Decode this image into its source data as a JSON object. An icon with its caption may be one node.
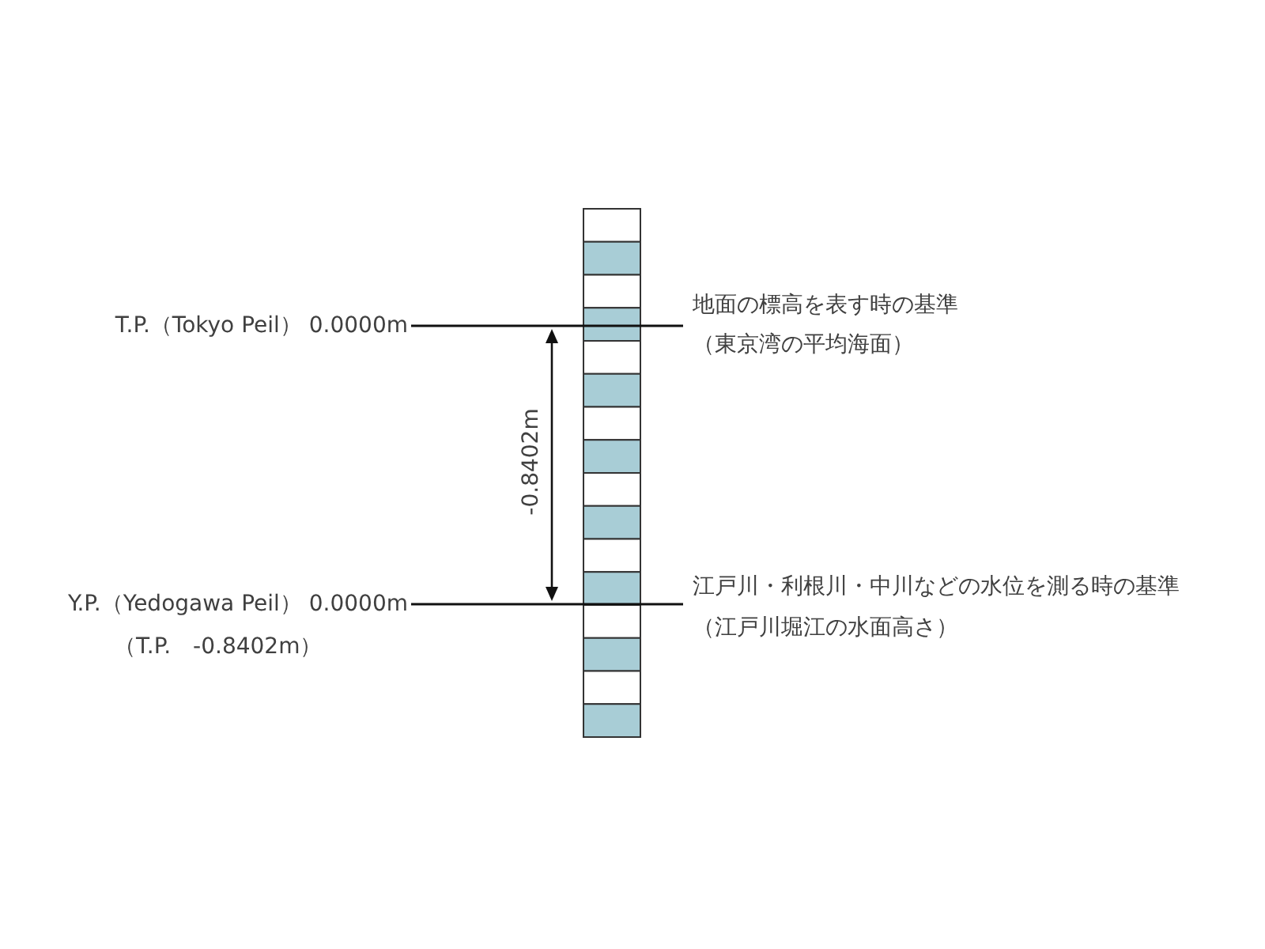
{
  "diagram": {
    "nodes": [
      {
        "text": [
          "T.P.（Tokyo Peil） 0.0000m"
        ]
      },
      {
        "text": [
          "地面の標高を表す時の基準",
          "（東京湾の平均海面）"
        ]
      },
      {
        "text": [
          "Y.P.（Yedogawa Peil） 0.0000m",
          "（T.P.　-0.8402m）"
        ]
      },
      {
        "text": [
          "江戸川・利根川・中川などの水位を測る時の基準",
          "（江戸川堀江の水面高さ）"
        ]
      }
    ],
    "edges": [
      {
        "from": 0,
        "to": 1,
        "arrow": "none"
      },
      {
        "from": 2,
        "to": 3,
        "arrow": "none"
      }
    ],
    "labels": [
      "-0.8402m"
    ]
  }
}
